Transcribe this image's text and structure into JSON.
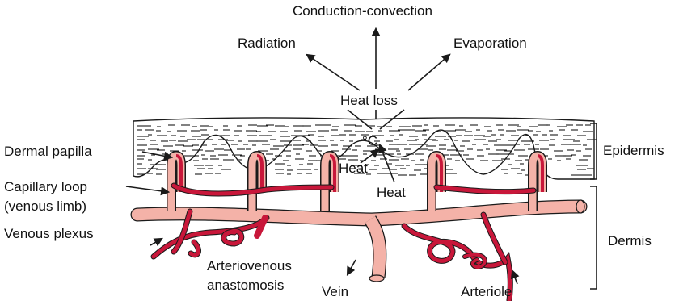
{
  "diagram": {
    "heat_paths": {
      "top": "Conduction-convection",
      "left": "Radiation",
      "right": "Evaporation",
      "center": "Heat loss"
    },
    "surface_temp": "°C",
    "heat_upper": "Heat",
    "heat_lower": "Heat",
    "left_labels": {
      "dermal_papilla": "Dermal papilla",
      "capillary_loop_1": "Capillary loop",
      "capillary_loop_2": "(venous limb)",
      "venous_plexus": "Venous plexus"
    },
    "bottom_labels": {
      "av_1": "Arteriovenous",
      "av_2": "anastomosis",
      "vein": "Vein",
      "arteriole": "Arteriole"
    },
    "layers": {
      "epidermis": "Epidermis",
      "dermis": "Dermis"
    },
    "colors": {
      "artery": "#c8173a",
      "vein": "#f4b2a8",
      "outline": "#1a1a1a"
    }
  }
}
